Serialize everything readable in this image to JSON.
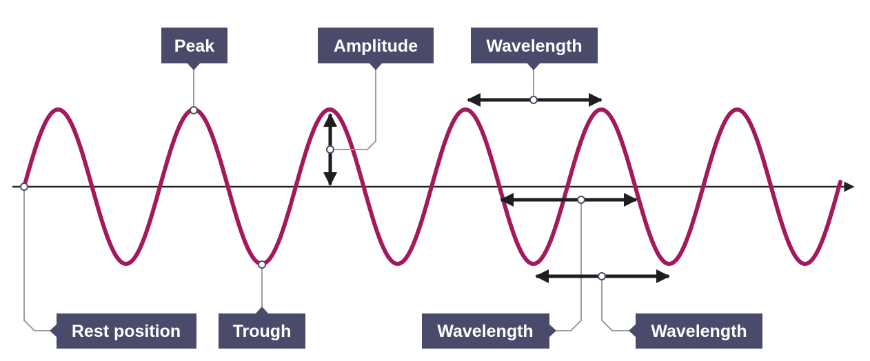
{
  "labels": {
    "peak": "Peak",
    "amplitude": "Amplitude",
    "wavelength_top": "Wavelength",
    "rest_position": "Rest position",
    "trough": "Trough",
    "wavelength_mid": "Wavelength",
    "wavelength_bottom": "Wavelength"
  },
  "colors": {
    "wave": "#a3195b",
    "label_box": "#4a4a6a",
    "label_text": "#ffffff",
    "leader": "#9a9aa8",
    "axis": "#222222",
    "arrow": "#1e1e1e"
  }
}
